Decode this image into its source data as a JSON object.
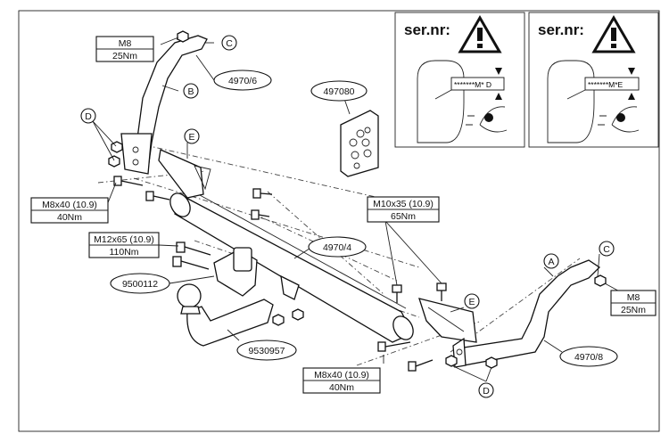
{
  "warnings": [
    {
      "heading": "ser.nr:",
      "serial_code": "*******M* D"
    },
    {
      "heading": "ser.nr:",
      "serial_code": "*******M*E"
    }
  ],
  "specs": {
    "m8_top": {
      "bolt": "M8",
      "torque": "25Nm"
    },
    "m8x40_left": {
      "bolt": "M8x40 (10.9)",
      "torque": "40Nm"
    },
    "m12x65": {
      "bolt": "M12x65 (10.9)",
      "torque": "110Nm"
    },
    "m10x35": {
      "bolt": "M10x35 (10.9)",
      "torque": "65Nm"
    },
    "m8_right": {
      "bolt": "M8",
      "torque": "25Nm"
    },
    "m8x40_bottom": {
      "bolt": "M8x40 (10.9)",
      "torque": "40Nm"
    }
  },
  "parts": {
    "left_bracket": "4970/6",
    "electrical_kit": "497080",
    "crossbar": "4970/4",
    "ball_holder": "9500112",
    "tow_ball": "9530957",
    "right_bracket": "4970/8"
  },
  "letters": {
    "a": "A",
    "b": "B",
    "c1": "C",
    "c2": "C",
    "d1": "D",
    "d2": "D",
    "e1": "E",
    "e2": "E"
  }
}
